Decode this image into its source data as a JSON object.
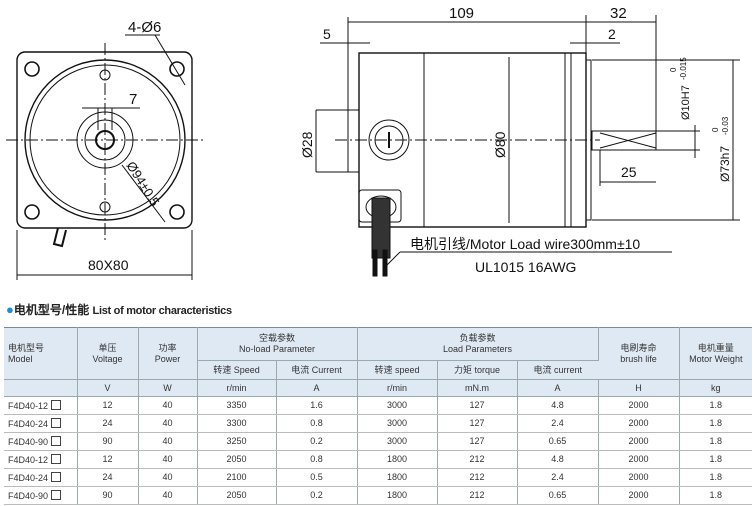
{
  "drawing": {
    "front": {
      "holes": "4-Ø6",
      "key": "7",
      "pcd": "Ø94±0.5",
      "size": "80X80"
    },
    "side": {
      "length": "109",
      "shaft_length": "32",
      "back": "5",
      "flange": "2",
      "boss": "Ø28",
      "body": "Ø80",
      "shaft_dia": "Ø10H7",
      "shaft_tol_upper": "0",
      "shaft_tol_lower": "-0.015",
      "pilot": "Ø73h7",
      "pilot_tol_upper": "0",
      "pilot_tol_lower": "-0.03",
      "key_length": "25",
      "wire_label": "电机引线/Motor Load wire300mm±10",
      "wire_spec": "UL1015 16AWG"
    }
  },
  "section": {
    "title_cn": "电机型号/性能",
    "title_en": "List of motor characteristics"
  },
  "table": {
    "headers": {
      "model": [
        "电机型号",
        "Model"
      ],
      "voltage": [
        "单压",
        "Voltage"
      ],
      "power": [
        "功率",
        "Power"
      ],
      "noload": [
        "空载参数",
        "No-load Parameter"
      ],
      "load": [
        "负载参数",
        "Load Parameters"
      ],
      "brush": [
        "电刷寿命",
        "brush life"
      ],
      "weight": [
        "电机重量",
        "Motor Weight"
      ],
      "sub": [
        "转速 Speed",
        "电流 Current",
        "转速 speed",
        "力矩 torque",
        "电流 current"
      ],
      "units": [
        "V",
        "W",
        "r/min",
        "A",
        "r/min",
        "mN.m",
        "A",
        "H",
        "kg"
      ]
    },
    "rows": [
      [
        "F4D40-12",
        "12",
        "40",
        "3350",
        "1.6",
        "3000",
        "127",
        "4.8",
        "2000",
        "1.8"
      ],
      [
        "F4D40-24",
        "24",
        "40",
        "3300",
        "0.8",
        "3000",
        "127",
        "2.4",
        "2000",
        "1.8"
      ],
      [
        "F4D40-90",
        "90",
        "40",
        "3250",
        "0.2",
        "3000",
        "127",
        "0.65",
        "2000",
        "1.8"
      ],
      [
        "F4D40-12",
        "12",
        "40",
        "2050",
        "0.8",
        "1800",
        "212",
        "4.8",
        "2000",
        "1.8"
      ],
      [
        "F4D40-24",
        "24",
        "40",
        "2100",
        "0.5",
        "1800",
        "212",
        "2.4",
        "2000",
        "1.8"
      ],
      [
        "F4D40-90",
        "90",
        "40",
        "2050",
        "0.2",
        "1800",
        "212",
        "0.65",
        "2000",
        "1.8"
      ]
    ]
  },
  "colors": {
    "accent": "#1e8fd6",
    "header_bg": "#dfe9f3"
  }
}
